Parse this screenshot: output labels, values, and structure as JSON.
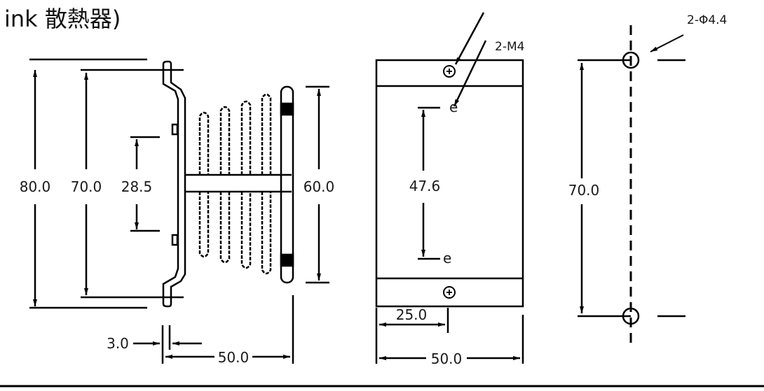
{
  "title": "ink 散熱器)",
  "side_view": {
    "dim_overall_height": "80.0",
    "dim_rail_height": "70.0",
    "dim_center": "28.5",
    "dim_fin_height": "60.0",
    "dim_thickness": "3.0",
    "dim_width": "50.0"
  },
  "front_view": {
    "label_screws": "2-M4",
    "dim_screw_spacing": "47.6",
    "dim_half_width": "25.0",
    "dim_width": "50.0"
  },
  "mount_view": {
    "label_holes": "2-Φ4.4",
    "dim_hole_spacing": "70.0"
  }
}
